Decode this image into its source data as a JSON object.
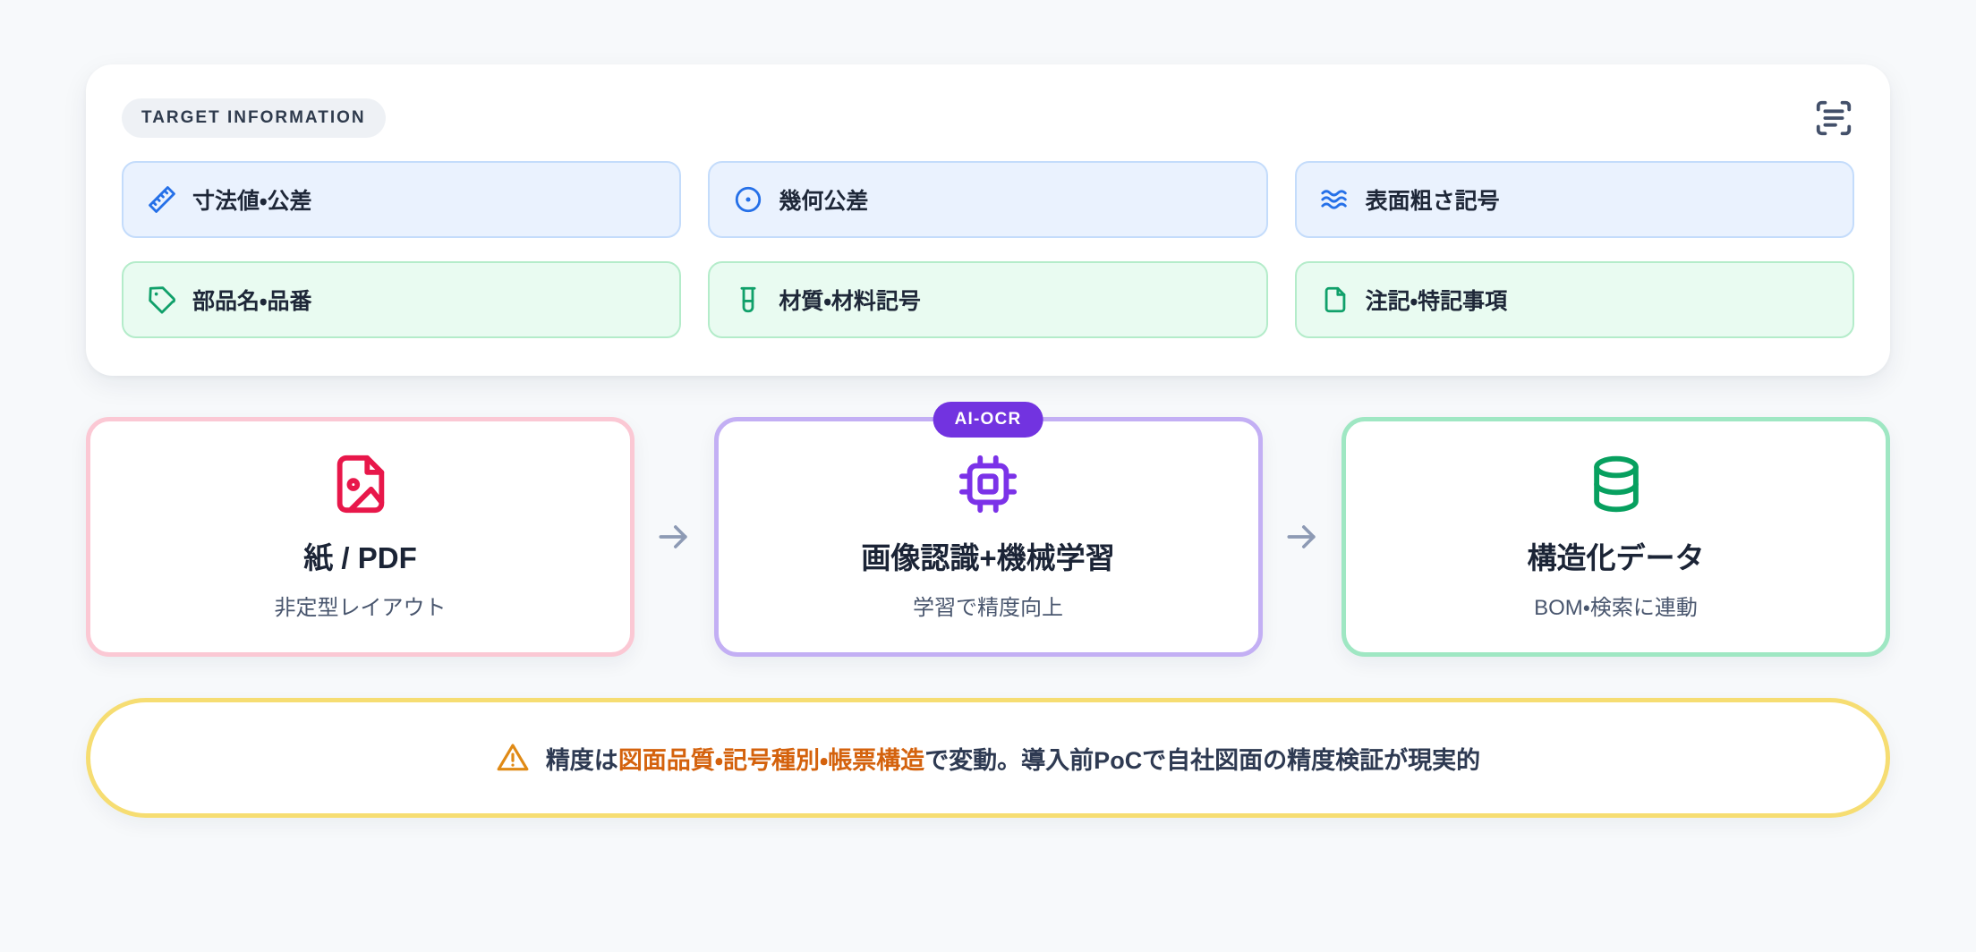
{
  "panel": {
    "badge_label": "TARGET INFORMATION",
    "scan_icon": "scan-text-icon",
    "chips": [
      {
        "label": "寸法値・公差",
        "icon": "ruler-icon",
        "tone": "blue"
      },
      {
        "label": "幾何公差",
        "icon": "target-dot-icon",
        "tone": "blue"
      },
      {
        "label": "表面粗さ記号",
        "icon": "waves-icon",
        "tone": "blue"
      },
      {
        "label": "部品名・品番",
        "icon": "tag-icon",
        "tone": "green"
      },
      {
        "label": "材質・材料記号",
        "icon": "test-tube-icon",
        "tone": "green"
      },
      {
        "label": "注記・特記事項",
        "icon": "file-icon",
        "tone": "green"
      }
    ]
  },
  "flow": {
    "arrow_icon": "arrow-right-icon",
    "steps": [
      {
        "title": "紙 / PDF",
        "subtitle": "非定型レイアウト",
        "icon": "file-image-icon",
        "tone": "pink",
        "badge": null
      },
      {
        "title": "画像認識+機械学習",
        "subtitle": "学習で精度向上",
        "icon": "cpu-chip-icon",
        "tone": "purple",
        "badge": "AI-OCR"
      },
      {
        "title": "構造化データ",
        "subtitle": "BOM・検索に連動",
        "icon": "database-icon",
        "tone": "green",
        "badge": null
      }
    ]
  },
  "warning": {
    "icon": "warning-triangle-icon",
    "prefix": "精度は",
    "highlight": "図面品質・記号種別・帳票構造",
    "suffix": "で変動。導入前PoCで自社図面の精度検証が現実的"
  },
  "colors": {
    "background": "#f7f9fb",
    "blue_chip_bg": "#eaf2fe",
    "blue_chip_border": "#c4dcfb",
    "blue_icon": "#2570e8",
    "green_chip_bg": "#e9fbf1",
    "green_chip_border": "#b4ecca",
    "green_icon": "#10a06a",
    "pink_border": "#fbc8d4",
    "pink_icon": "#e8174a",
    "purple_border": "#c3aff4",
    "purple_icon": "#7b32e8",
    "purple_badge": "#7233e0",
    "green_card_border": "#9fe7c3",
    "green_card_icon": "#07a05f",
    "warn_border": "#f6dd72",
    "warn_icon": "#e08a16",
    "warn_highlight": "#d4620d",
    "text_dark": "#1b2436",
    "text_muted": "#49566e"
  }
}
